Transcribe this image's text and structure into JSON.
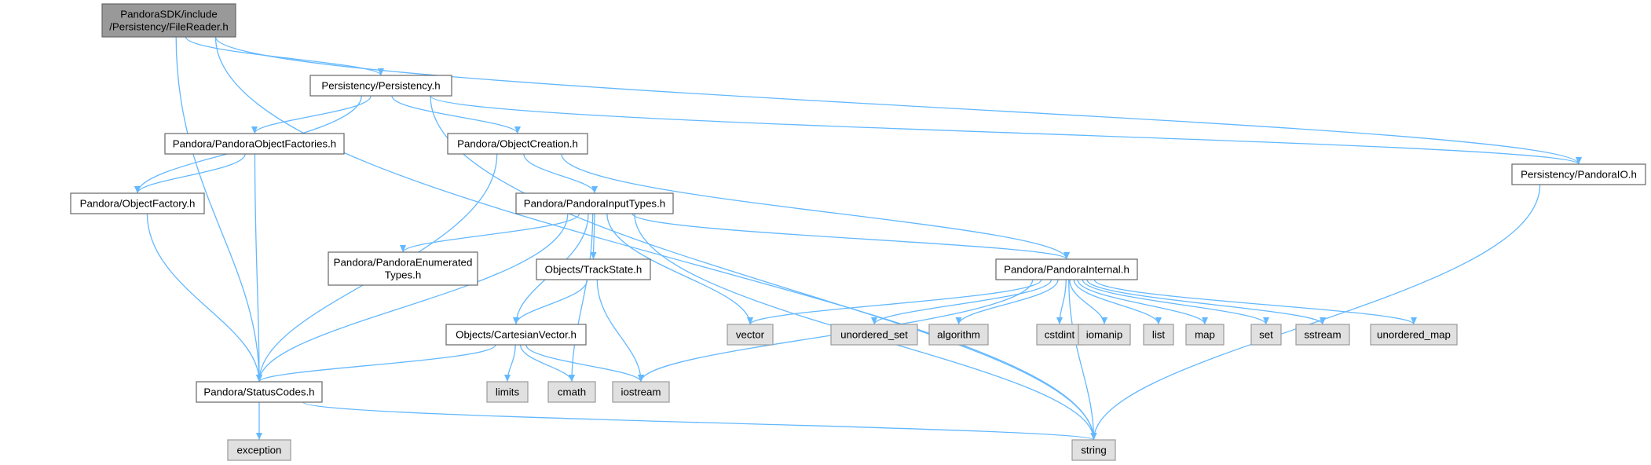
{
  "graph": {
    "title": "",
    "colors": {
      "edge": "#63b8ff",
      "node_border": "#666666",
      "root_fill": "#999999",
      "system_fill": "#e0e0e0"
    },
    "nodes": [
      {
        "id": "filereader",
        "kind": "root",
        "lines": [
          "PandoraSDK/include",
          "/Persistency/FileReader.h"
        ]
      },
      {
        "id": "persistency",
        "kind": "file",
        "lines": [
          "Persistency/Persistency.h"
        ]
      },
      {
        "id": "pandoraio",
        "kind": "file",
        "lines": [
          "Persistency/PandoraIO.h"
        ]
      },
      {
        "id": "objectfactories",
        "kind": "file",
        "lines": [
          "Pandora/PandoraObjectFactories.h"
        ]
      },
      {
        "id": "objectcreation",
        "kind": "file",
        "lines": [
          "Pandora/ObjectCreation.h"
        ]
      },
      {
        "id": "objectfactory",
        "kind": "file",
        "lines": [
          "Pandora/ObjectFactory.h"
        ]
      },
      {
        "id": "inputtypes",
        "kind": "file",
        "lines": [
          "Pandora/PandoraInputTypes.h"
        ]
      },
      {
        "id": "enumerated",
        "kind": "file",
        "lines": [
          "Pandora/PandoraEnumerated",
          "Types.h"
        ]
      },
      {
        "id": "trackstate",
        "kind": "file",
        "lines": [
          "Objects/TrackState.h"
        ]
      },
      {
        "id": "internal",
        "kind": "file",
        "lines": [
          "Pandora/PandoraInternal.h"
        ]
      },
      {
        "id": "cartesian",
        "kind": "file",
        "lines": [
          "Objects/CartesianVector.h"
        ]
      },
      {
        "id": "statuscodes",
        "kind": "file",
        "lines": [
          "Pandora/StatusCodes.h"
        ]
      },
      {
        "id": "vector",
        "kind": "system",
        "lines": [
          "vector"
        ]
      },
      {
        "id": "unordered_set",
        "kind": "system",
        "lines": [
          "unordered_set"
        ]
      },
      {
        "id": "algorithm",
        "kind": "system",
        "lines": [
          "algorithm"
        ]
      },
      {
        "id": "cstdint",
        "kind": "system",
        "lines": [
          "cstdint"
        ]
      },
      {
        "id": "iomanip",
        "kind": "system",
        "lines": [
          "iomanip"
        ]
      },
      {
        "id": "list",
        "kind": "system",
        "lines": [
          "list"
        ]
      },
      {
        "id": "map",
        "kind": "system",
        "lines": [
          "map"
        ]
      },
      {
        "id": "set",
        "kind": "system",
        "lines": [
          "set"
        ]
      },
      {
        "id": "sstream",
        "kind": "system",
        "lines": [
          "sstream"
        ]
      },
      {
        "id": "unordered_map",
        "kind": "system",
        "lines": [
          "unordered_map"
        ]
      },
      {
        "id": "limits",
        "kind": "system",
        "lines": [
          "limits"
        ]
      },
      {
        "id": "cmath",
        "kind": "system",
        "lines": [
          "cmath"
        ]
      },
      {
        "id": "iostream",
        "kind": "system",
        "lines": [
          "iostream"
        ]
      },
      {
        "id": "exception",
        "kind": "system",
        "lines": [
          "exception"
        ]
      },
      {
        "id": "string",
        "kind": "system",
        "lines": [
          "string"
        ]
      }
    ],
    "edges": [
      [
        "filereader",
        "persistency"
      ],
      [
        "filereader",
        "pandoraio"
      ],
      [
        "filereader",
        "statuscodes"
      ],
      [
        "filereader",
        "string"
      ],
      [
        "persistency",
        "objectfactory"
      ],
      [
        "persistency",
        "objectfactories"
      ],
      [
        "persistency",
        "objectcreation"
      ],
      [
        "persistency",
        "pandoraio"
      ],
      [
        "persistency",
        "string"
      ],
      [
        "objectfactories",
        "objectfactory"
      ],
      [
        "objectfactories",
        "statuscodes"
      ],
      [
        "objectcreation",
        "statuscodes"
      ],
      [
        "objectcreation",
        "inputtypes"
      ],
      [
        "objectcreation",
        "internal"
      ],
      [
        "objectfactory",
        "statuscodes"
      ],
      [
        "pandoraio",
        "string"
      ],
      [
        "inputtypes",
        "statuscodes"
      ],
      [
        "inputtypes",
        "enumerated"
      ],
      [
        "inputtypes",
        "cartesian"
      ],
      [
        "inputtypes",
        "trackstate"
      ],
      [
        "inputtypes",
        "cmath"
      ],
      [
        "inputtypes",
        "string"
      ],
      [
        "inputtypes",
        "vector"
      ],
      [
        "inputtypes",
        "internal"
      ],
      [
        "trackstate",
        "cartesian"
      ],
      [
        "trackstate",
        "iostream"
      ],
      [
        "cartesian",
        "statuscodes"
      ],
      [
        "cartesian",
        "limits"
      ],
      [
        "cartesian",
        "cmath"
      ],
      [
        "cartesian",
        "iostream"
      ],
      [
        "internal",
        "vector"
      ],
      [
        "internal",
        "iostream"
      ],
      [
        "internal",
        "unordered_set"
      ],
      [
        "internal",
        "algorithm"
      ],
      [
        "internal",
        "cstdint"
      ],
      [
        "internal",
        "iomanip"
      ],
      [
        "internal",
        "list"
      ],
      [
        "internal",
        "map"
      ],
      [
        "internal",
        "set"
      ],
      [
        "internal",
        "sstream"
      ],
      [
        "internal",
        "unordered_map"
      ],
      [
        "internal",
        "string"
      ],
      [
        "statuscodes",
        "exception"
      ],
      [
        "statuscodes",
        "string"
      ]
    ]
  }
}
